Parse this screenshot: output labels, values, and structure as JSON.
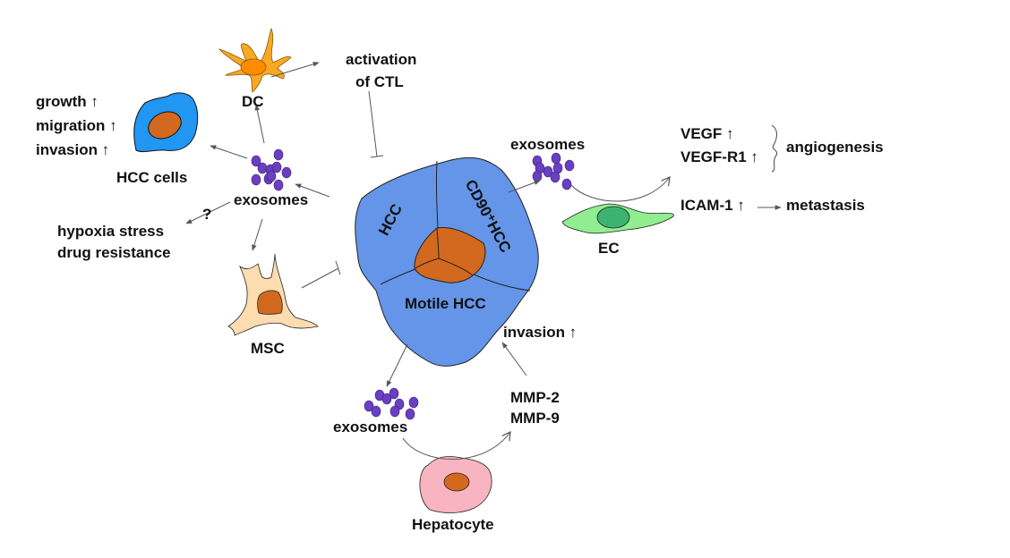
{
  "diagram": {
    "center": {
      "regions": [
        "HCC",
        "CD90⁺HCC",
        "Motile HCC"
      ],
      "color": "#6495E8",
      "core_color": "#D2691E"
    },
    "labels": {
      "dc": "DC",
      "activation": "activation",
      "of_ctl": "of  CTL",
      "growth": "growth ↑",
      "migration": "migration ↑",
      "invasion_left": "invasion ↑",
      "hcc_cells": "HCC cells",
      "exosomes_left": "exosomes",
      "question": "?",
      "hypoxia": "hypoxia stress",
      "drug": "drug resistance",
      "msc": "MSC",
      "exosomes_right": "exosomes",
      "vegf": "VEGF ↑",
      "vegfr1": "VEGF-R1 ↑",
      "angiogenesis": "angiogenesis",
      "icam": "ICAM-1 ↑",
      "metastasis": "metastasis",
      "ec": "EC",
      "invasion_bottom": "invasion ↑",
      "mmp2": "MMP-2",
      "mmp9": "MMP-9",
      "exosomes_bottom": "exosomes",
      "hepatocyte": "Hepatocyte"
    },
    "colors": {
      "dc": "#F9A825",
      "dc_nucleus": "#FF8C00",
      "hcc_cell": "#2196F3",
      "nucleus": "#D2691E",
      "exosome": "#6A3FC0",
      "msc": "#FDDCB0",
      "ec": "#90EE90",
      "ec_nucleus": "#3CB371",
      "hepatocyte": "#F8B4C0",
      "arrow": "#555555"
    }
  }
}
